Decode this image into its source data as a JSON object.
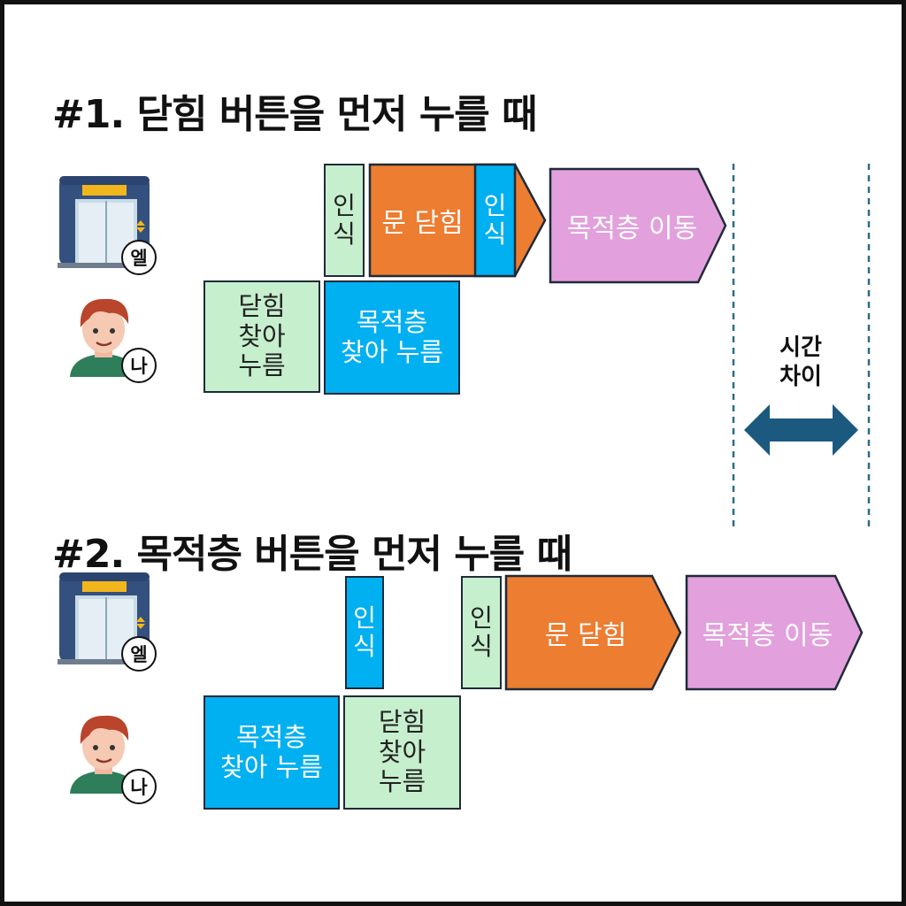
{
  "section1": {
    "title": "#1. 닫힘 버튼을 먼저 누를 때",
    "elevator_badge": "엘",
    "me_badge": "나",
    "elevator_steps": {
      "recognize_1": [
        "인",
        "식"
      ],
      "door_close": "문 닫힘",
      "recognize_2": [
        "인",
        "식"
      ],
      "move_to_floor": "목적층 이동"
    },
    "me_steps": {
      "find_close": [
        "닫힘",
        "찾아",
        "누름"
      ],
      "find_floor": [
        "목적층",
        "찾아 누름"
      ]
    }
  },
  "section2": {
    "title": "#2. 목적층 버튼을 먼저 누를 때",
    "elevator_badge": "엘",
    "me_badge": "나",
    "elevator_steps": {
      "recognize_1": [
        "인",
        "식"
      ],
      "recognize_2": [
        "인",
        "식"
      ],
      "door_close": "문 닫힘",
      "move_to_floor": "목적층 이동"
    },
    "me_steps": {
      "find_floor": [
        "목적층",
        "찾아 누름"
      ],
      "find_close": [
        "닫힘",
        "찾아",
        "누름"
      ]
    }
  },
  "time_gap": {
    "label": [
      "시간",
      "차이"
    ]
  },
  "colors": {
    "recognize": "#c6efce",
    "press": "#00b0f0",
    "door_close": "#ed7d31",
    "move": "#e2a0dc",
    "border": "#1f2a38",
    "gap_arrow": "#1b5a7e",
    "dashed_line": "#2e6b8a"
  }
}
